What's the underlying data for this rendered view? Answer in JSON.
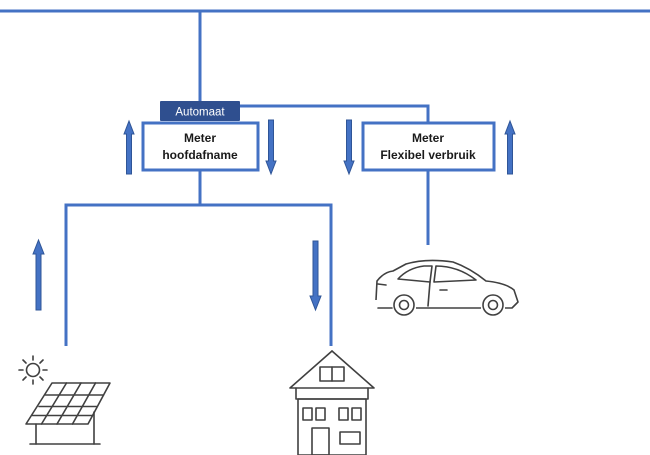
{
  "diagram": {
    "automaat_label": "Automaat",
    "meter_main": {
      "line1": "Meter",
      "line2": "hoofdafname"
    },
    "meter_flex": {
      "line1": "Meter",
      "line2": "Flexibel verbruik"
    },
    "icons": {
      "sun": "sun-icon",
      "solar_panel": "solar-panel-icon",
      "house": "house-icon",
      "car": "car-icon"
    },
    "colors": {
      "line": "#4472c4",
      "automaat_fill": "#2f4f8f",
      "arrow": "#4472c4",
      "icon": "#404040"
    }
  }
}
